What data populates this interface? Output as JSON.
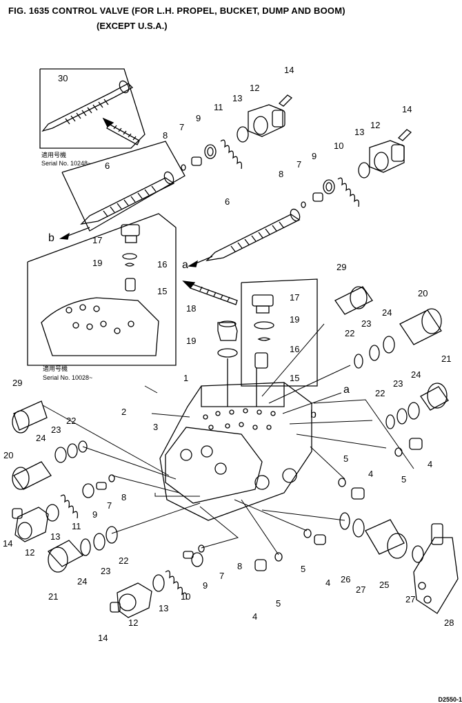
{
  "figure": {
    "title": "FIG. 1635  CONTROL VALVE (FOR L.H. PROPEL, BUCKET, DUMP AND BOOM)",
    "subtitle": "(EXCEPT U.S.A.)",
    "corner_code": "D2550-1"
  },
  "insets": {
    "top_serial_jp": "適用号機",
    "top_serial": "Serial No. 10248~",
    "left_serial_jp": "適用号機",
    "left_serial": "Serial No. 10028~"
  },
  "callouts": {
    "n30": "30",
    "n14a": "14",
    "n12a": "12",
    "n13a": "13",
    "n11a": "11",
    "n9a": "9",
    "n7a": "7",
    "n8a": "8",
    "n6a": "6",
    "n14b": "14",
    "n12b": "12",
    "n13b": "13",
    "n10a": "10",
    "n9b": "9",
    "n7b": "7",
    "n8b": "8",
    "n6b": "6",
    "b1": "b",
    "n17a": "17",
    "n19a": "19",
    "n16a": "16",
    "n15a": "15",
    "a1": "a",
    "n29a": "29",
    "n20a": "20",
    "n17b": "17",
    "n18": "18",
    "n19b": "19",
    "n19c": "19",
    "n16b": "16",
    "n15b": "15",
    "n22a": "22",
    "n23a": "23",
    "n24a": "24",
    "n21a": "21",
    "n1": "1",
    "a2": "a",
    "n22b": "22",
    "n23b": "23",
    "n24b": "24",
    "b2": "b",
    "n29b": "29",
    "n2": "2",
    "n3": "3",
    "n22c": "22",
    "n23c": "23",
    "n24c": "24",
    "n4a": "4",
    "n5a": "5",
    "n5b": "5",
    "n4b": "4",
    "n20b": "20",
    "n8c": "8",
    "n7c": "7",
    "n9c": "9",
    "n11b": "11",
    "n14c": "14",
    "n12c": "12",
    "n13c": "13",
    "n21b": "21",
    "n24d": "24",
    "n23d": "23",
    "n22d": "22",
    "n8d": "8",
    "n7d": "7",
    "n9d": "9",
    "n10b": "10",
    "n13d": "13",
    "n5c": "5",
    "n4c": "4",
    "n26": "26",
    "n27a": "27",
    "n25": "25",
    "n27b": "27",
    "n4d": "4",
    "n5d": "5",
    "n14d": "14",
    "n12d": "12",
    "n28": "28"
  }
}
